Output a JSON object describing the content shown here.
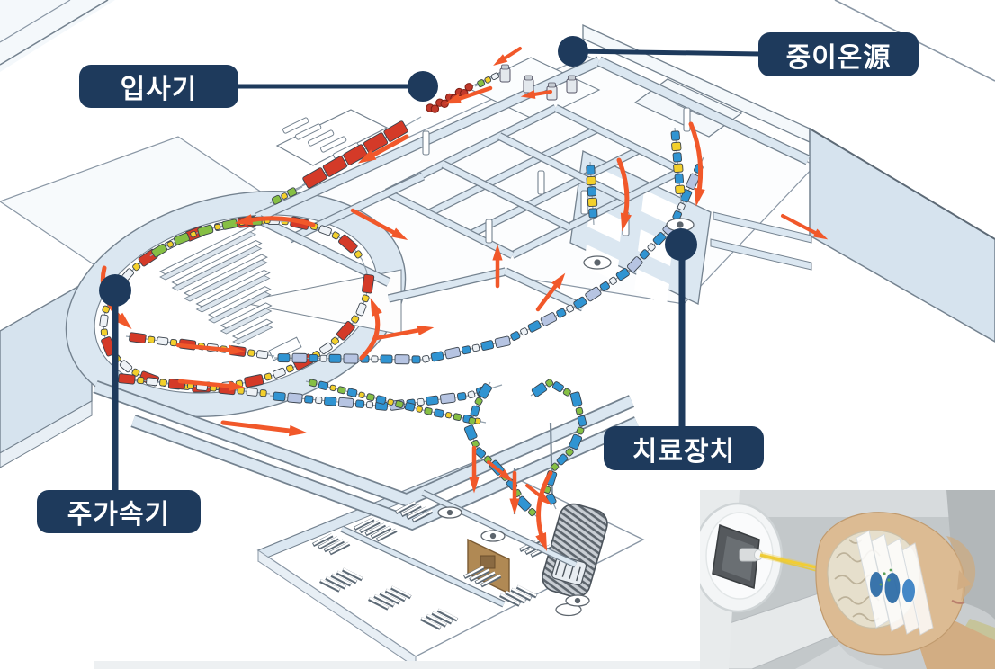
{
  "callouts": {
    "injector": {
      "label": "입사기"
    },
    "ion_source": {
      "label": "중이온源"
    },
    "main_accelerator": {
      "label": "주가속기"
    },
    "treatment_device": {
      "label": "치료장치"
    }
  },
  "colors": {
    "callout_bg": "#1e3a5c",
    "callout_text": "#ffffff",
    "wall": "#dbe7f1",
    "wall_light": "#f4f8fb",
    "outline": "#74828f",
    "arrow_orange": "#f1582a",
    "magnet_red": "#d43a28",
    "magnet_yellow": "#f3d02c",
    "magnet_green": "#86bf44",
    "magnet_blue": "#3094d2",
    "magnet_lavender": "#b6c4e2",
    "beam_yellow": "#f1cd35",
    "skin": "#dcbb93",
    "dose_blue": "#2e6da6"
  }
}
